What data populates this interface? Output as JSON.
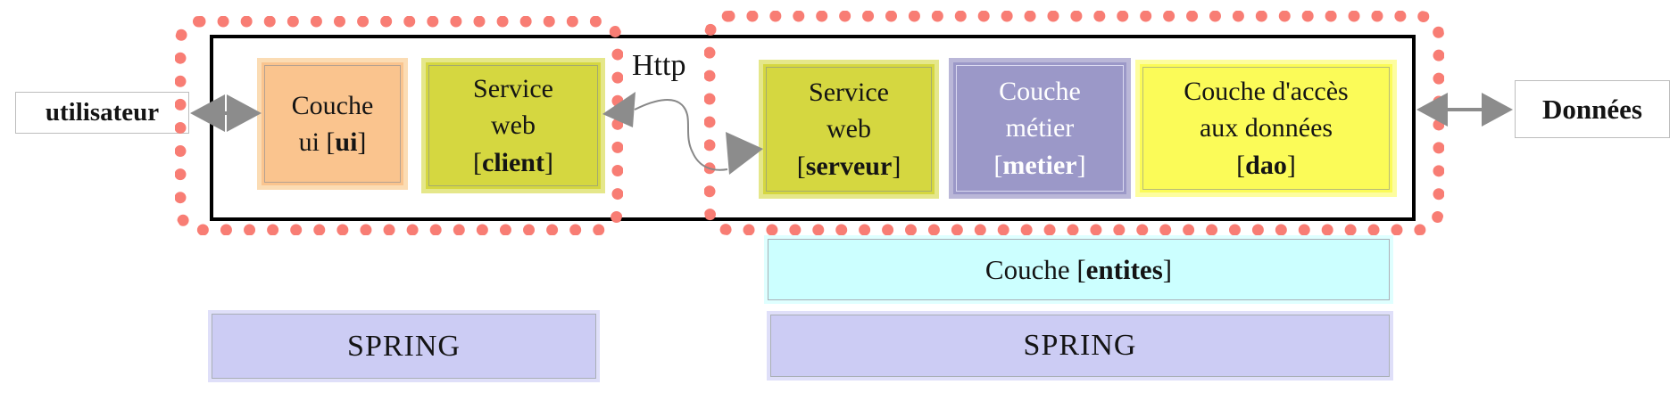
{
  "colors": {
    "coral": "#F87D74",
    "black": "#000000",
    "text": "#141414",
    "arrow_gray": "#8C8C8C",
    "flow_gray": "#888888",
    "gray_border": "#BDBDBD",
    "band_border": "#A9AFB6",
    "ui_fill": "#FAC48E",
    "ui_halo": "#FBDCB4",
    "ws_fill": "#D5D740",
    "ws_halo": "#E5E78A",
    "metier_fill": "#9B98C8",
    "metier_halo": "#BAB7D8",
    "dao_fill": "#FBFB58",
    "dao_halo": "#FDFD9F",
    "entites_fill": "#CCFFFF",
    "entites_halo": "#DFFFFF",
    "spring_fill": "#CCCCF4",
    "spring_halo": "#DFDFF9"
  },
  "user_box": {
    "label": "utilisateur"
  },
  "data_box": {
    "label": "Données"
  },
  "http_label": "Http",
  "ui_box": {
    "line1": "Couche",
    "line2_pre": "ui [",
    "line2_bold": "ui",
    "line2_post": "]"
  },
  "client_box": {
    "line1": "Service",
    "line2": "web",
    "tag_open": "[",
    "tag_word": "client",
    "tag_close": "]"
  },
  "serveur_box": {
    "line1": "Service",
    "line2": "web",
    "tag_open": "[",
    "tag_word": "serveur",
    "tag_close": "]"
  },
  "metier_box": {
    "line1": "Couche",
    "line2": "métier",
    "tag_open": "[",
    "tag_word": "metier",
    "tag_close": "]"
  },
  "dao_box": {
    "line1": "Couche d'accès",
    "line2": "aux données",
    "tag_open": "[",
    "tag_word": "dao",
    "tag_close": "]"
  },
  "entites_box": {
    "pre": "Couche [",
    "word": "entites",
    "post": "]"
  },
  "spring_left": {
    "label": "SPRING"
  },
  "spring_right": {
    "label": "SPRING"
  }
}
